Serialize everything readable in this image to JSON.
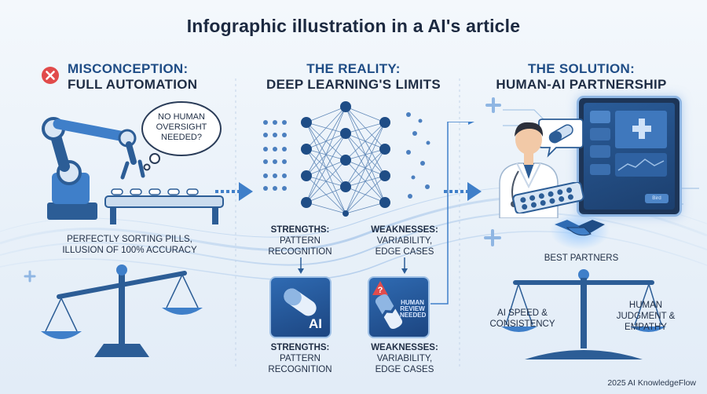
{
  "title": "Infographic illustration in a AI's article",
  "misconception": {
    "heading_1": "Misconception:",
    "heading_2": "Full Automation",
    "bubble": "No human oversight needed?",
    "caption_1": "Perfectly sorting pills,",
    "caption_2": "illusion of 100% accuracy"
  },
  "reality": {
    "heading_1": "The Reality:",
    "heading_2": "Deep Learning's Limits",
    "strengths_label": "Strengths:",
    "strengths_text": "Pattern recognition",
    "weaknesses_label": "Weaknesses:",
    "weaknesses_text": "Variability, edge cases",
    "ai_card_label": "AI",
    "review_card_label": "Human review needed",
    "strengths_label_2": "Strengths:",
    "strengths_text_2": "Pattern recognition",
    "weaknesses_label_2": "Weaknesses:",
    "weaknesses_text_2": "Variability, edge cases"
  },
  "solution": {
    "heading_1": "The Solution:",
    "heading_2": "Human-AI Partnership",
    "partners_label": "Best partners",
    "screen_button": "Bird",
    "scale_left": "AI speed & consistency",
    "scale_right": "Human judgment & empathy"
  },
  "footer": "2025 AI KnowledgeFlow",
  "colors": {
    "primary": "#1f4d86",
    "accent": "#3f7fc9",
    "light": "#9ec0e6",
    "dark_text": "#1f2d44",
    "error_red": "#e14b4b"
  }
}
